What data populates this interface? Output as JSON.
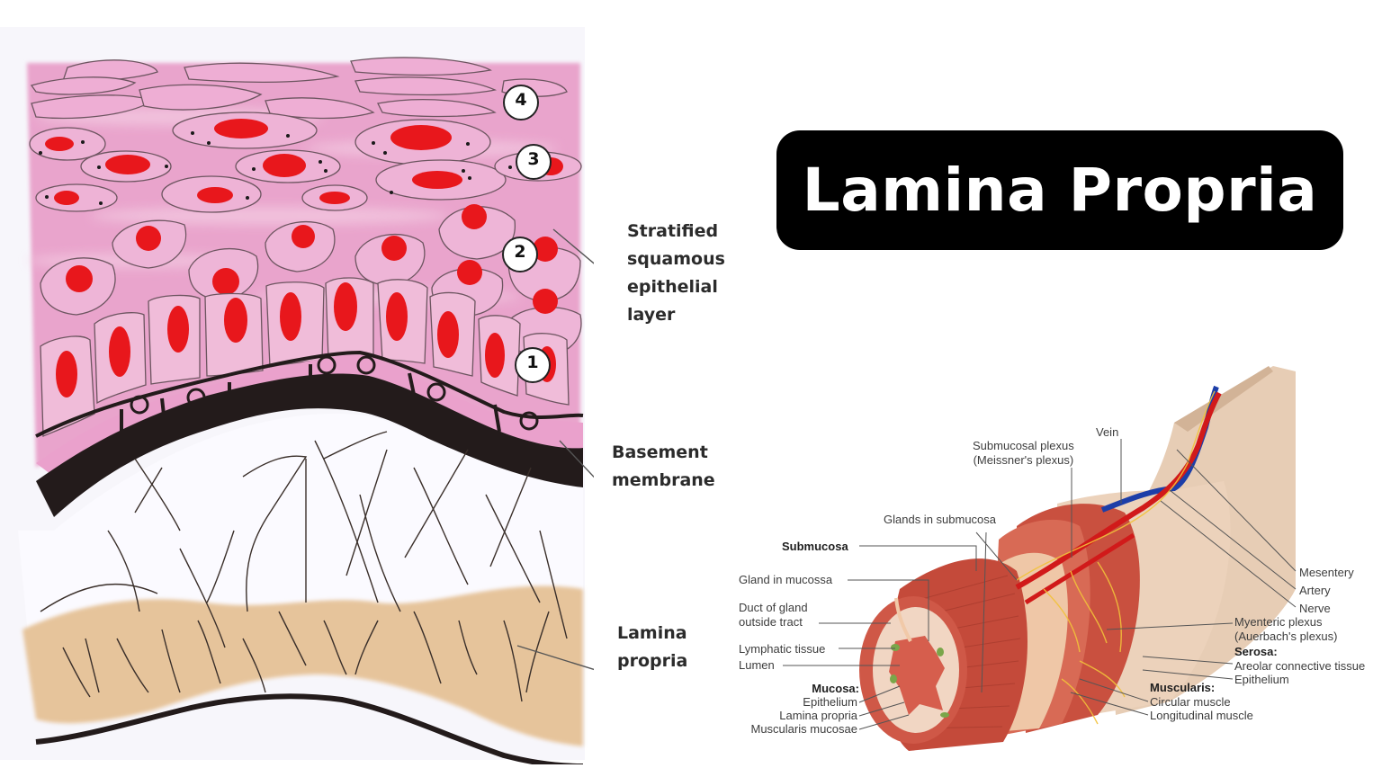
{
  "title": "Lamina Propria",
  "colors": {
    "title_bg": "#000000",
    "title_text": "#ffffff",
    "epithelium_pink": "#e9a4cc",
    "nucleus_red": "#e8171c",
    "basement_membrane": "#231b1b",
    "lamina_propria_tan": "#e6c49b",
    "muscle_red": "#c9503f",
    "serosa_beige": "#e7cdb5",
    "vein_blue": "#1d3ea8",
    "artery_red": "#d11a1a",
    "nerve_yellow": "#f2c23a"
  },
  "left_diagram": {
    "layer_markers": [
      "1",
      "2",
      "3",
      "4"
    ],
    "labels": {
      "epithelium": "Stratified\nsquamous\nepithelial\nlayer",
      "basement": "Basement\nmembrane",
      "lamina": "Lamina\npropria"
    }
  },
  "right_diagram": {
    "labels": {
      "vein": "Vein",
      "submucosal_plexus": "Submucosal plexus\n(Meissner's plexus)",
      "glands_submucosa": "Glands in submucosa",
      "submucosa": "Submucosa",
      "gland_mucosa": "Gland in mucossa",
      "duct": "Duct of gland\noutside tract",
      "lymphatic": "Lymphatic tissue",
      "lumen": "Lumen",
      "mucosa_heading": "Mucosa:",
      "mucosa_epithelium": "Epithelium",
      "mucosa_lamina": "Lamina propria",
      "mucosa_muscularis": "Muscularis mucosae",
      "mesentery": "Mesentery",
      "artery": "Artery",
      "nerve": "Nerve",
      "myenteric": "Myenteric plexus\n(Auerbach's plexus)",
      "serosa_heading": "Serosa:",
      "serosa_areolar": "Areolar connective tissue",
      "serosa_epithelium": "Epithelium",
      "muscularis_heading": "Muscularis:",
      "circular": "Circular muscle",
      "longitudinal": "Longitudinal muscle"
    }
  }
}
